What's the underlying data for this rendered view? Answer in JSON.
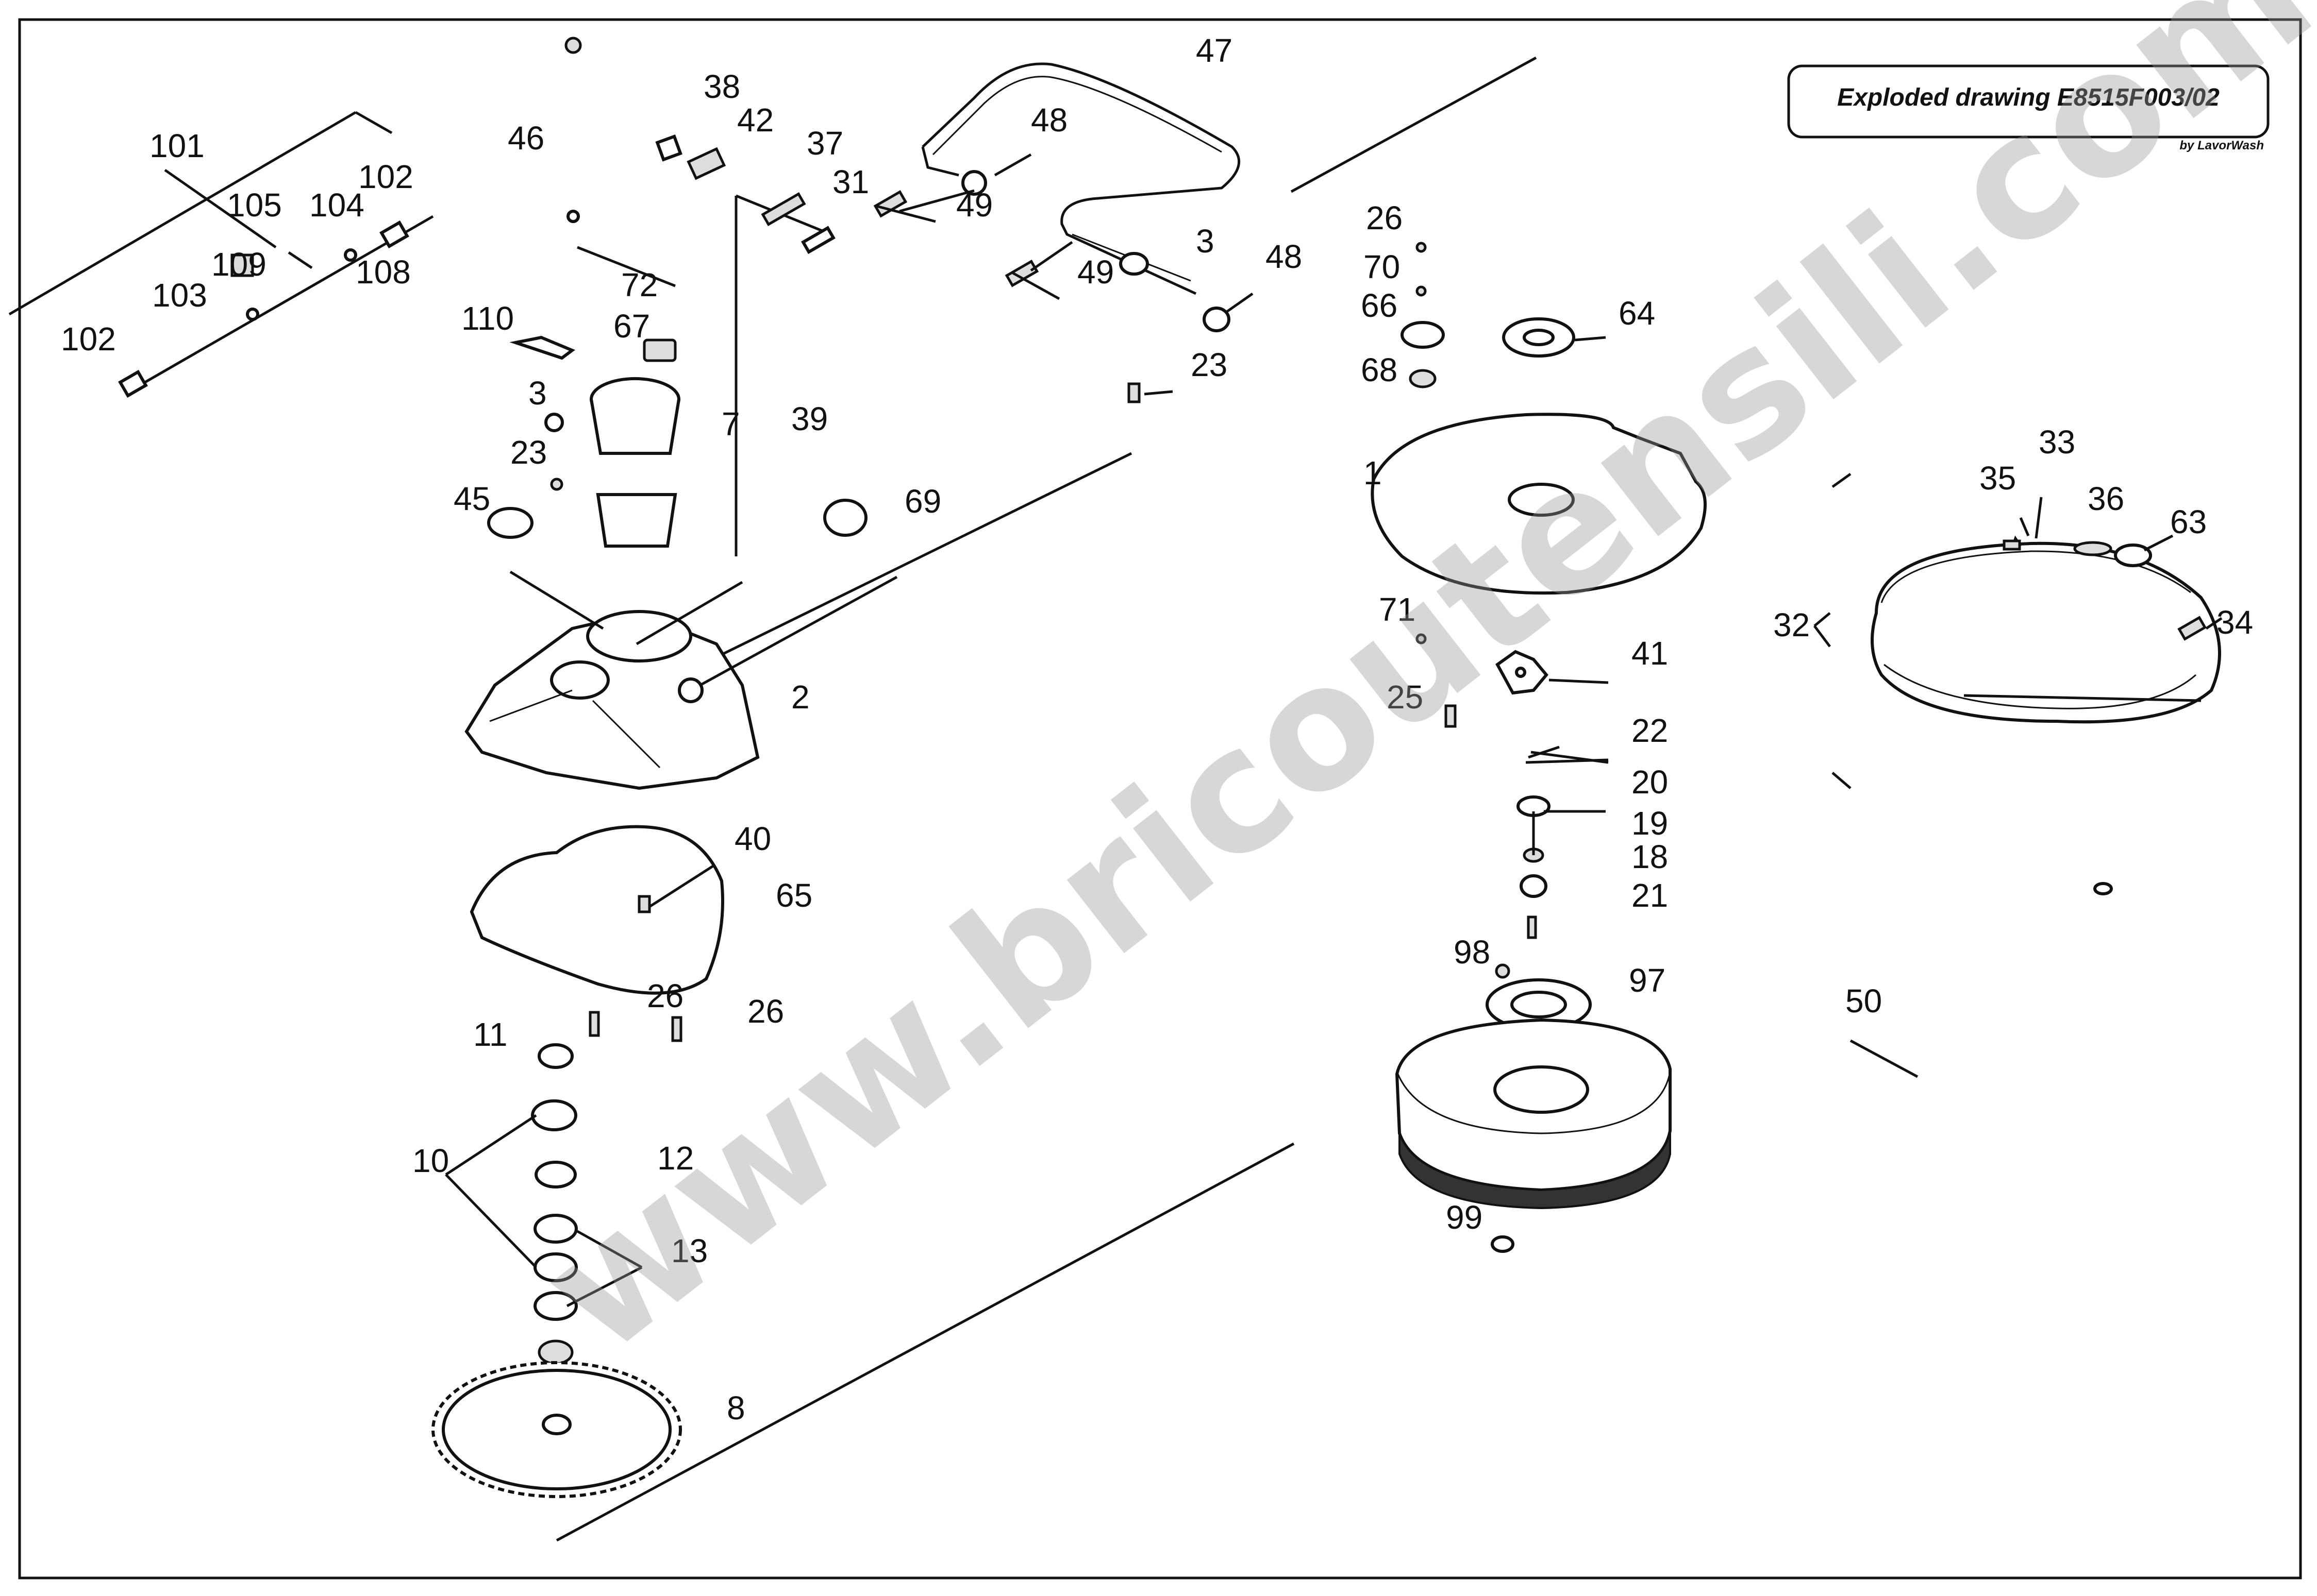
{
  "title": "Exploded drawing E8515F003/02",
  "credit": "by LavorWash",
  "watermark": "www.bricoutensili.com",
  "colors": {
    "line": "#111111",
    "background": "#ffffff",
    "watermark": "#969696"
  },
  "callouts": [
    "101",
    "105",
    "104",
    "102",
    "109",
    "108",
    "103",
    "102",
    "46",
    "38",
    "42",
    "37",
    "31",
    "47",
    "48",
    "49",
    "3",
    "49",
    "48",
    "23",
    "72",
    "110",
    "67",
    "3",
    "23",
    "7",
    "39",
    "45",
    "69",
    "2",
    "40",
    "65",
    "26",
    "26",
    "11",
    "10",
    "12",
    "13",
    "8",
    "26",
    "70",
    "66",
    "68",
    "64",
    "1",
    "71",
    "41",
    "25",
    "22",
    "20",
    "19",
    "18",
    "21",
    "98",
    "97",
    "99",
    "33",
    "35",
    "36",
    "63",
    "32",
    "34",
    "50"
  ]
}
